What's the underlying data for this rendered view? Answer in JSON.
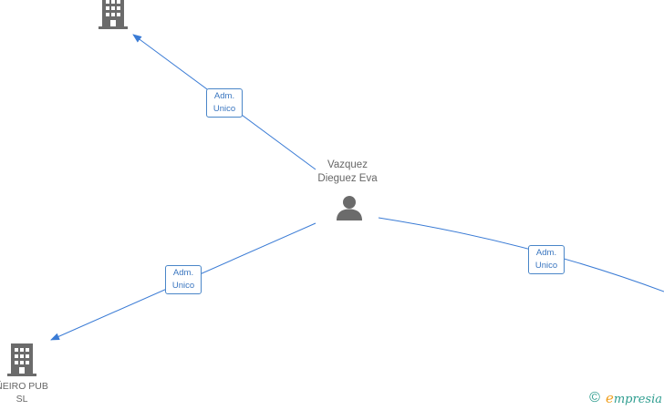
{
  "diagram": {
    "center_person": {
      "name_line1": "Vazquez",
      "name_line2": "Dieguez Eva",
      "icon": "person-icon"
    },
    "companies": [
      {
        "id": "company-top",
        "label_line1": "",
        "label_line2": "",
        "icon": "building-icon"
      },
      {
        "id": "company-bottom-left",
        "label_line1": "ÑEIRO PUB",
        "label_line2": "SL",
        "icon": "building-icon"
      }
    ],
    "relations": [
      {
        "id": "rel-top",
        "line1": "Adm.",
        "line2": "Unico"
      },
      {
        "id": "rel-left",
        "line1": "Adm.",
        "line2": "Unico"
      },
      {
        "id": "rel-right",
        "line1": "Adm.",
        "line2": "Unico"
      }
    ],
    "colors": {
      "edge": "#3a7bd5",
      "node_icon": "#6b6b6b",
      "brand_teal": "#2e9d8f",
      "brand_orange": "#f0a020"
    }
  },
  "footer": {
    "copyright_symbol": "©",
    "brand_initial": "e",
    "brand_rest": "mpresia"
  }
}
